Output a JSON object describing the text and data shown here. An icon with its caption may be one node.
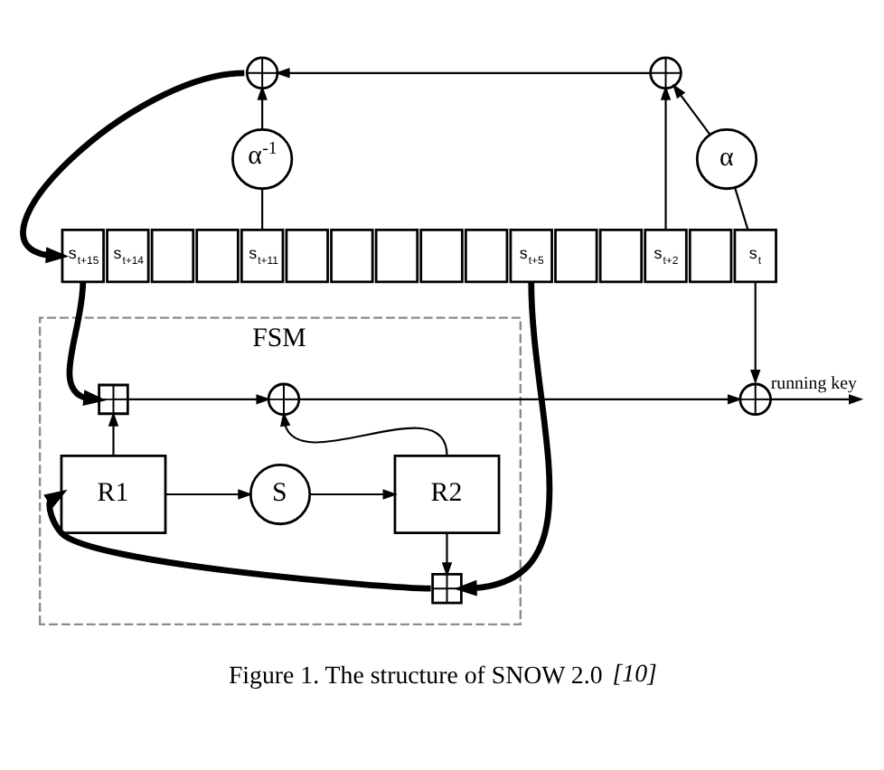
{
  "diagram": {
    "caption": "Figure 1. The structure of SNOW 2.0 *[10]*",
    "nodes": [
      {
        "text": [],
        "shape": "circle"
      },
      {
        "text": [],
        "shape": "circle"
      },
      {
        "text": [
          "α$^{-1}$"
        ]
      },
      {
        "text": [
          "α"
        ]
      },
      {
        "text": [
          "s$_{t+15}$"
        ]
      },
      {
        "text": [
          "s$_{t+14}$"
        ]
      },
      {
        "text": [],
        "shape": "box"
      },
      {
        "text": [],
        "shape": "box"
      },
      {
        "text": [
          "s$_{t+11}$"
        ]
      },
      {
        "text": [],
        "shape": "box"
      },
      {
        "text": [],
        "shape": "box"
      },
      {
        "text": [],
        "shape": "box"
      },
      {
        "text": [],
        "shape": "box"
      },
      {
        "text": [],
        "shape": "box"
      },
      {
        "text": [
          "s$_{t+5}$"
        ]
      },
      {
        "text": [],
        "shape": "box"
      },
      {
        "text": [],
        "shape": "box"
      },
      {
        "text": [
          "s$_{t+2}$"
        ]
      },
      {
        "text": [],
        "shape": "box"
      },
      {
        "text": [
          "s$_{t}$"
        ]
      },
      {
        "text": [
          "FSM"
        ]
      },
      {
        "text": [],
        "shape": "box",
        "in": 20
      },
      {
        "text": [],
        "shape": "circle",
        "in": 20
      },
      {
        "text": [],
        "shape": "circle"
      },
      {
        "text": [
          "R1"
        ],
        "in": 20
      },
      {
        "text": [
          "S"
        ],
        "in": 20
      },
      {
        "text": [
          "R2"
        ],
        "in": 20
      },
      {
        "text": [],
        "shape": "box",
        "in": 20
      }
    ],
    "edges": [
      {
        "from": 1,
        "to": 0,
        "arrow": "to"
      },
      {
        "from": 2,
        "to": 0,
        "arrow": "to"
      },
      {
        "from": 3,
        "to": 1,
        "arrow": "to"
      },
      {
        "from": 17,
        "to": 1,
        "arrow": "to"
      },
      {
        "from": 0,
        "to": 4,
        "arrow": "to",
        "style": "thick"
      },
      {
        "from": 8,
        "to": 2,
        "arrow": "none"
      },
      {
        "from": 19,
        "to": 3,
        "arrow": "none"
      },
      {
        "from": 19,
        "to": 23,
        "arrow": "to"
      },
      {
        "from": 4,
        "to": 21,
        "arrow": "to",
        "style": "thick"
      },
      {
        "from": 14,
        "to": 27,
        "arrow": "to",
        "style": "thick"
      },
      {
        "from": 21,
        "to": 22,
        "arrow": "to"
      },
      {
        "from": 22,
        "to": 23,
        "arrow": "to"
      },
      {
        "from": 23,
        "to": null,
        "arrow": "to",
        "label": "running key"
      },
      {
        "from": 24,
        "to": 21,
        "arrow": "to"
      },
      {
        "from": 24,
        "to": 25,
        "arrow": "to"
      },
      {
        "from": 25,
        "to": 26,
        "arrow": "to"
      },
      {
        "from": 26,
        "to": 22,
        "arrow": "to"
      },
      {
        "from": 26,
        "to": 27,
        "arrow": "to"
      },
      {
        "from": 27,
        "to": 24,
        "arrow": "to",
        "style": "thick"
      }
    ]
  }
}
